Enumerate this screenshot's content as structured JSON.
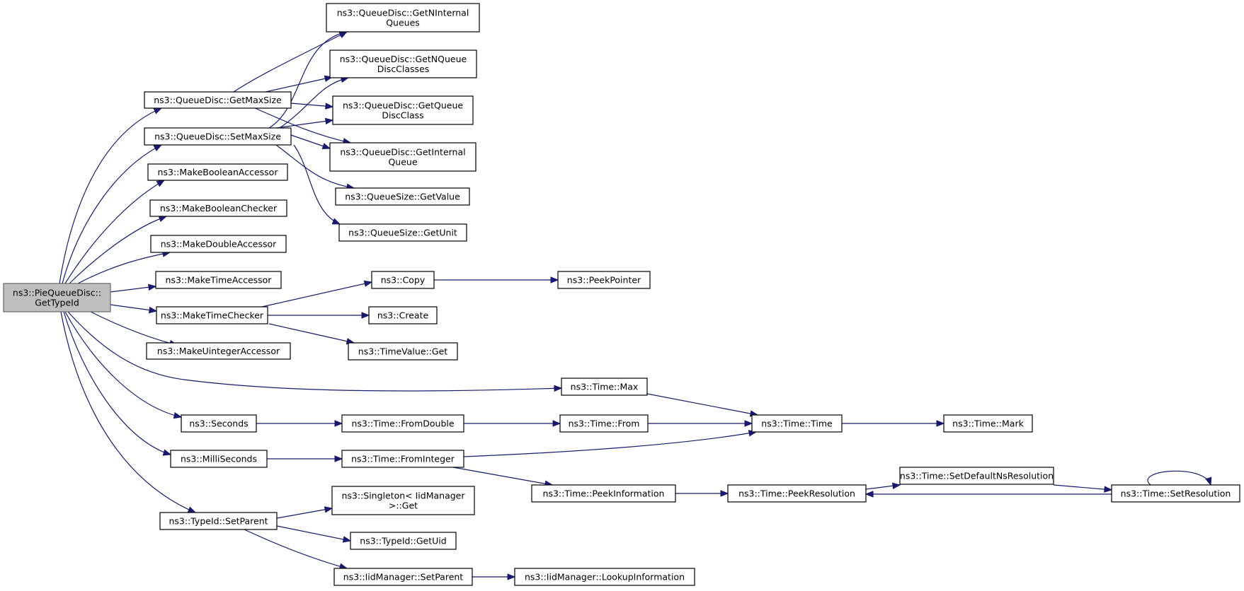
{
  "diagram": {
    "type": "call-graph",
    "colors": {
      "edge": "#191970",
      "root_fill": "#bfbfbf",
      "node_fill": "#ffffff",
      "border": "#000000"
    },
    "nodes": [
      {
        "id": "root",
        "lines": [
          "ns3::PieQueueDisc::",
          "GetTypeId"
        ],
        "root": true
      },
      {
        "id": "getMaxSize",
        "lines": [
          "ns3::QueueDisc::GetMaxSize"
        ]
      },
      {
        "id": "setMaxSize",
        "lines": [
          "ns3::QueueDisc::SetMaxSize"
        ]
      },
      {
        "id": "makeBoolAcc",
        "lines": [
          "ns3::MakeBooleanAccessor"
        ]
      },
      {
        "id": "makeBoolChk",
        "lines": [
          "ns3::MakeBooleanChecker"
        ]
      },
      {
        "id": "makeDblAcc",
        "lines": [
          "ns3::MakeDoubleAccessor"
        ]
      },
      {
        "id": "makeTimeAcc",
        "lines": [
          "ns3::MakeTimeAccessor"
        ]
      },
      {
        "id": "makeTimeChk",
        "lines": [
          "ns3::MakeTimeChecker"
        ]
      },
      {
        "id": "makeUintAcc",
        "lines": [
          "ns3::MakeUintegerAccessor"
        ]
      },
      {
        "id": "seconds",
        "lines": [
          "ns3::Seconds"
        ]
      },
      {
        "id": "milliSeconds",
        "lines": [
          "ns3::MilliSeconds"
        ]
      },
      {
        "id": "typeIdSetParent",
        "lines": [
          "ns3::TypeId::SetParent"
        ]
      },
      {
        "id": "getNInternal",
        "lines": [
          "ns3::QueueDisc::GetNInternal",
          "Queues"
        ]
      },
      {
        "id": "getNQueueDisc",
        "lines": [
          "ns3::QueueDisc::GetNQueue",
          "DiscClasses"
        ]
      },
      {
        "id": "getQueueDisc",
        "lines": [
          "ns3::QueueDisc::GetQueue",
          "DiscClass"
        ]
      },
      {
        "id": "getInternal",
        "lines": [
          "ns3::QueueDisc::GetInternal",
          "Queue"
        ]
      },
      {
        "id": "qsGetValue",
        "lines": [
          "ns3::QueueSize::GetValue"
        ]
      },
      {
        "id": "qsGetUnit",
        "lines": [
          "ns3::QueueSize::GetUnit"
        ]
      },
      {
        "id": "copy",
        "lines": [
          "ns3::Copy"
        ]
      },
      {
        "id": "peekPointer",
        "lines": [
          "ns3::PeekPointer"
        ]
      },
      {
        "id": "create",
        "lines": [
          "ns3::Create"
        ]
      },
      {
        "id": "timeValueGet",
        "lines": [
          "ns3::TimeValue::Get"
        ]
      },
      {
        "id": "timeMax",
        "lines": [
          "ns3::Time::Max"
        ]
      },
      {
        "id": "timeTime",
        "lines": [
          "ns3::Time::Time"
        ]
      },
      {
        "id": "timeMark",
        "lines": [
          "ns3::Time::Mark"
        ]
      },
      {
        "id": "fromDouble",
        "lines": [
          "ns3::Time::FromDouble"
        ]
      },
      {
        "id": "timeFrom",
        "lines": [
          "ns3::Time::From"
        ]
      },
      {
        "id": "fromInteger",
        "lines": [
          "ns3::Time::FromInteger"
        ]
      },
      {
        "id": "peekInfo",
        "lines": [
          "ns3::Time::PeekInformation"
        ]
      },
      {
        "id": "peekRes",
        "lines": [
          "ns3::Time::PeekResolution"
        ]
      },
      {
        "id": "setDefaultNsRes",
        "lines": [
          "ns3::Time::SetDefaultNsResolution"
        ]
      },
      {
        "id": "setRes",
        "lines": [
          "ns3::Time::SetResolution"
        ]
      },
      {
        "id": "singletonGet",
        "lines": [
          "ns3::Singleton< IidManager",
          ">::Get"
        ]
      },
      {
        "id": "typeIdGetUid",
        "lines": [
          "ns3::TypeId::GetUid"
        ]
      },
      {
        "id": "iidSetParent",
        "lines": [
          "ns3::IidManager::SetParent"
        ]
      },
      {
        "id": "iidLookup",
        "lines": [
          "ns3::IidManager::LookupInformation"
        ]
      }
    ],
    "edges": [
      [
        "root",
        "getMaxSize"
      ],
      [
        "root",
        "setMaxSize"
      ],
      [
        "root",
        "makeBoolAcc"
      ],
      [
        "root",
        "makeBoolChk"
      ],
      [
        "root",
        "makeDblAcc"
      ],
      [
        "root",
        "makeTimeAcc"
      ],
      [
        "root",
        "makeTimeChk"
      ],
      [
        "root",
        "makeUintAcc"
      ],
      [
        "root",
        "timeMax"
      ],
      [
        "root",
        "seconds"
      ],
      [
        "root",
        "milliSeconds"
      ],
      [
        "root",
        "typeIdSetParent"
      ],
      [
        "getMaxSize",
        "getNInternal"
      ],
      [
        "getMaxSize",
        "getNQueueDisc"
      ],
      [
        "getMaxSize",
        "getQueueDisc"
      ],
      [
        "getMaxSize",
        "getInternal"
      ],
      [
        "setMaxSize",
        "getNInternal"
      ],
      [
        "setMaxSize",
        "getNQueueDisc"
      ],
      [
        "setMaxSize",
        "getQueueDisc"
      ],
      [
        "setMaxSize",
        "getInternal"
      ],
      [
        "setMaxSize",
        "qsGetValue"
      ],
      [
        "setMaxSize",
        "qsGetUnit"
      ],
      [
        "makeTimeChk",
        "copy"
      ],
      [
        "makeTimeChk",
        "create"
      ],
      [
        "makeTimeChk",
        "timeValueGet"
      ],
      [
        "copy",
        "peekPointer"
      ],
      [
        "timeMax",
        "timeTime"
      ],
      [
        "seconds",
        "fromDouble"
      ],
      [
        "fromDouble",
        "timeFrom"
      ],
      [
        "timeFrom",
        "timeTime"
      ],
      [
        "timeTime",
        "timeMark"
      ],
      [
        "milliSeconds",
        "fromInteger"
      ],
      [
        "fromInteger",
        "timeTime"
      ],
      [
        "fromInteger",
        "peekInfo"
      ],
      [
        "peekInfo",
        "peekRes"
      ],
      [
        "peekRes",
        "setDefaultNsRes"
      ],
      [
        "setDefaultNsRes",
        "setRes"
      ],
      [
        "setRes",
        "peekRes"
      ],
      [
        "setRes",
        "setRes"
      ],
      [
        "typeIdSetParent",
        "singletonGet"
      ],
      [
        "typeIdSetParent",
        "typeIdGetUid"
      ],
      [
        "typeIdSetParent",
        "iidSetParent"
      ],
      [
        "iidSetParent",
        "iidLookup"
      ]
    ]
  }
}
